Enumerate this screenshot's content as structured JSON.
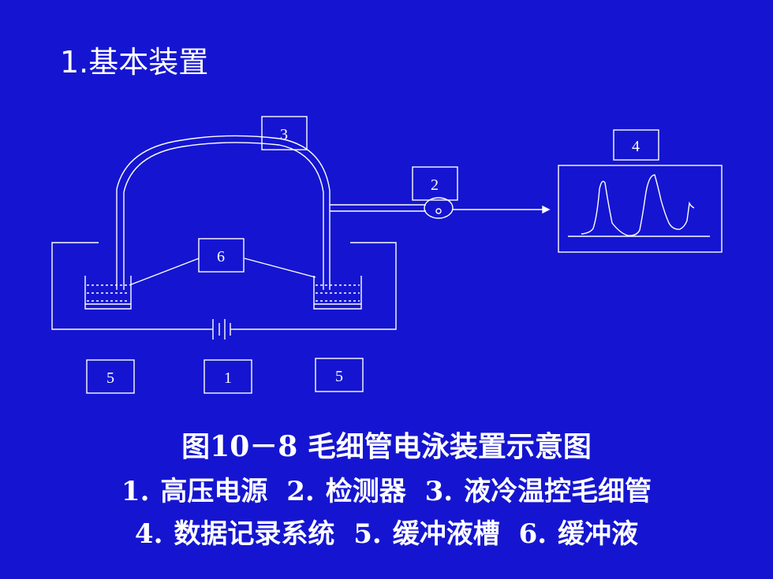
{
  "title": "1.基本装置",
  "diagram": {
    "labels": {
      "power_supply": "1",
      "detector": "2",
      "capillary": "3",
      "recorder": "4",
      "buffer_tank_left": "5",
      "buffer_tank_right": "5",
      "buffer_solution": "6"
    }
  },
  "caption": {
    "figure_title": "图10－8  毛细管电泳装置示意图",
    "legend": [
      {
        "num": "1.",
        "text": "高压电源"
      },
      {
        "num": "2.",
        "text": "检测器"
      },
      {
        "num": "3.",
        "text": "液冷温控毛细管"
      },
      {
        "num": "4.",
        "text": "数据记录系统"
      },
      {
        "num": "5.",
        "text": "缓冲液槽"
      },
      {
        "num": "6.",
        "text": "缓冲液"
      }
    ]
  },
  "colors": {
    "background": "#1515d1",
    "foreground": "#ffffff"
  }
}
